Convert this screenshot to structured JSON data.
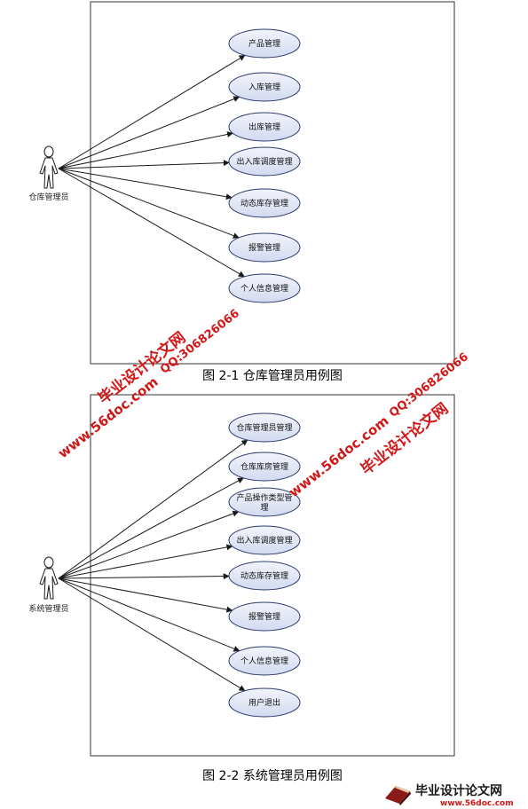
{
  "diagram1": {
    "actor": "仓库管理员",
    "use_cases": [
      "产品管理",
      "入库管理",
      "出库管理",
      "出入库调度管理",
      "动态库存管理",
      "报警管理",
      "个人信息管理"
    ],
    "caption": "图 2-1 仓库管理员用例图"
  },
  "diagram2": {
    "actor": "系统管理员",
    "use_cases": [
      "仓库管理员管理",
      "仓库库房管理",
      "产品操作类型管\n理",
      "出入库调度管理",
      "动态库存管理",
      "报警管理",
      "个人信息管理",
      "用户退出"
    ],
    "caption": "图 2-2 系统管理员用例图"
  },
  "watermarks": {
    "site": "www.56doc.com",
    "brand": "毕业设计论文网",
    "qq": "QQ:306826066"
  },
  "footer": {
    "brand": "毕业设计论文网",
    "site": "www.56doc.com"
  },
  "colors": {
    "ellipse_fill": "#dfe4f3",
    "ellipse_stroke": "#2b3a6b",
    "line": "#1a1a1a",
    "watermark": "#d11818",
    "footer_brand": "#1a1a1a",
    "footer_site": "#d11818"
  }
}
